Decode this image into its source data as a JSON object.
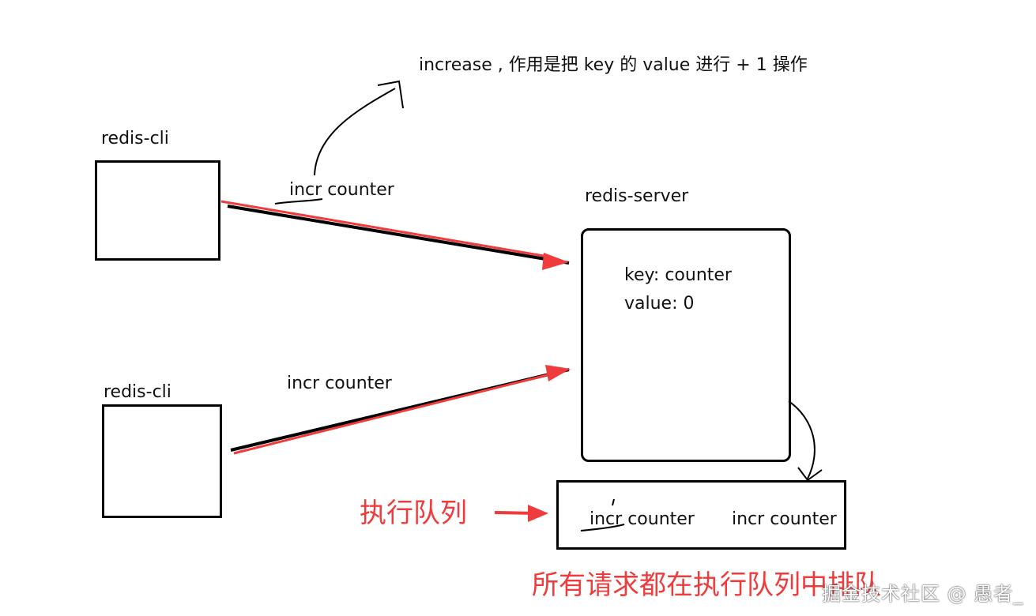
{
  "annotation": "increase , 作用是把 key 的 value 进行 + 1 操作",
  "clients": [
    {
      "label": "redis-cli",
      "command": "incr counter"
    },
    {
      "label": "redis-cli",
      "command": "incr counter"
    }
  ],
  "server": {
    "label": "redis-server",
    "key_line": "key: counter",
    "value_line": "value: 0"
  },
  "queue": {
    "label": "执行队列",
    "items": [
      "incr counter",
      "incr counter"
    ]
  },
  "caption": "所有请求都在执行队列中排队",
  "watermark": "掘金技术社区 @ 愚者_",
  "colors": {
    "accent": "#ef3b3b",
    "stroke": "#000000"
  }
}
